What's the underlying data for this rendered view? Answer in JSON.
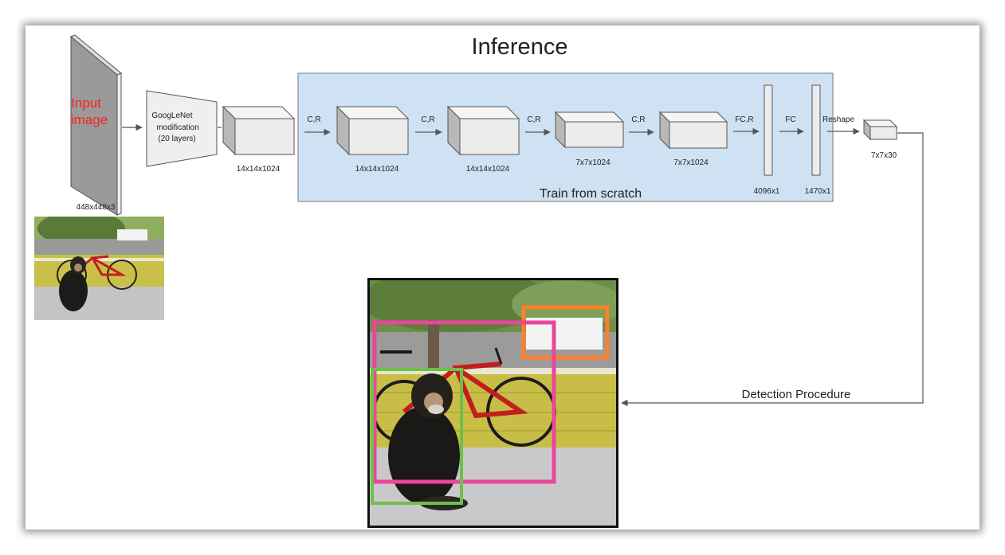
{
  "title": "Inference",
  "input": {
    "label_line1": "Input",
    "label_line2": "image",
    "label_color": "#ff2020",
    "size": "448x448x3"
  },
  "googlenet": {
    "line1": "GoogLeNet",
    "line2": "modification",
    "line3": "(20 layers)"
  },
  "layers": {
    "l0": "14x14x1024",
    "l1": "14x14x1024",
    "l2": "14x14x1024",
    "l3": "7x7x1024",
    "l4": "7x7x1024",
    "fc1": "4096x1",
    "fc2": "1470x1",
    "out": "7x7x30"
  },
  "ops": {
    "op1": "C,R",
    "op2": "C,R",
    "op3": "C,R",
    "op4": "C,R",
    "op5": "FC,R",
    "op6": "FC",
    "op7": "Reshape"
  },
  "train_label": "Train from scratch",
  "detection_label": "Detection Procedure",
  "colors": {
    "train_box_fill": "#cfe2f3",
    "box_orange": "#ff7f2a",
    "box_pink": "#e8479a",
    "box_green": "#6cc04a"
  }
}
